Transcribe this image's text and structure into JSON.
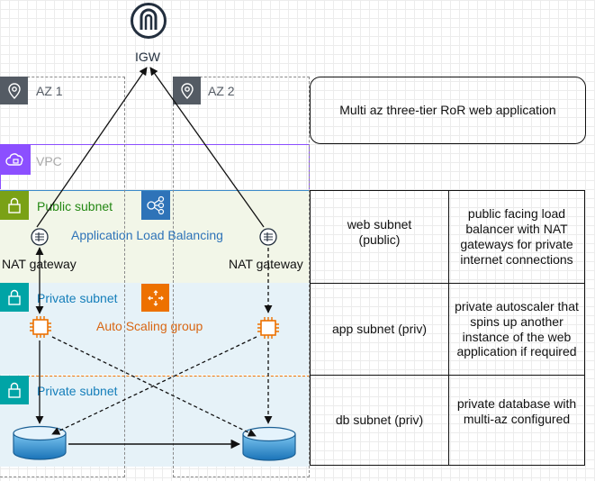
{
  "igw": {
    "label": "IGW"
  },
  "az": [
    {
      "label": "AZ 1"
    },
    {
      "label": "AZ 2"
    }
  ],
  "title": "Multi az three-tier RoR web application",
  "vpc": {
    "label": "VPC"
  },
  "subnets": {
    "public": "Public subnet",
    "private_app": "Private subnet",
    "private_db": "Private subnet"
  },
  "services": {
    "alb": "Application Load Balancing",
    "asg": "Auto Scaling group"
  },
  "nat": [
    {
      "label": "NAT gateway"
    },
    {
      "label": "NAT gateway"
    }
  ],
  "table": [
    {
      "name": "web subnet\n(public)",
      "desc": "public facing load balancer with NAT gateways for private internet connections"
    },
    {
      "name": "app subnet (priv)",
      "desc": "private autoscaler that spins up another instance of the web application if required"
    },
    {
      "name": "db subnet (priv)",
      "desc": "private database with multi-az configured"
    }
  ],
  "colors": {
    "public_fill": "#f2f6e8",
    "private_fill": "#e6f2f8",
    "public_accent": "#7aa116",
    "private_accent": "#00a4a6",
    "vpc_accent": "#8c4fff",
    "alb_accent": "#2e73b8",
    "asg_accent": "#ed7100",
    "az_gray": "#545b64"
  }
}
